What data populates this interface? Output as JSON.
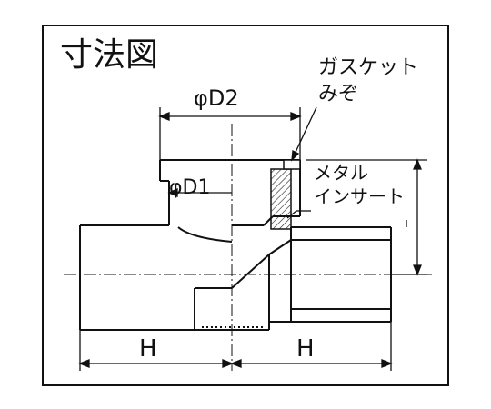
{
  "title": "寸法図",
  "labels": {
    "gasket_line1": "ガスケット",
    "gasket_line2": "みぞ",
    "metal_line1": "メタル",
    "metal_line2": "インサート",
    "d2": "φD2",
    "d1": "φD1",
    "h_left": "H",
    "h_right": "H"
  }
}
